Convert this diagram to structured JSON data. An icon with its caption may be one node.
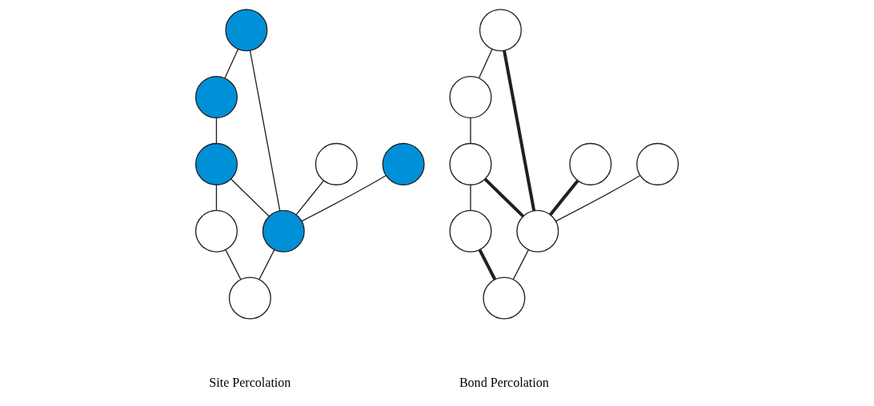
{
  "diagram": {
    "nodes": [
      {
        "text": [],
        "shape": "circle"
      },
      {
        "text": [],
        "shape": "circle"
      },
      {
        "text": [],
        "shape": "circle"
      },
      {
        "text": [],
        "shape": "circle"
      },
      {
        "text": [],
        "shape": "circle"
      },
      {
        "text": [],
        "shape": "circle"
      },
      {
        "text": [],
        "shape": "circle"
      },
      {
        "text": [],
        "shape": "circle"
      },
      {
        "text": [],
        "shape": "circle"
      },
      {
        "text": [],
        "shape": "circle"
      },
      {
        "text": [],
        "shape": "circle"
      },
      {
        "text": [],
        "shape": "circle"
      },
      {
        "text": [],
        "shape": "circle"
      },
      {
        "text": [],
        "shape": "circle"
      },
      {
        "text": [],
        "shape": "circle"
      },
      {
        "text": [],
        "shape": "circle"
      }
    ],
    "edges": [
      {
        "from": 0,
        "to": 1,
        "arrow": "none"
      },
      {
        "from": 1,
        "to": 2,
        "arrow": "none"
      },
      {
        "from": 0,
        "to": 4,
        "arrow": "none"
      },
      {
        "from": 2,
        "to": 4,
        "arrow": "none"
      },
      {
        "from": 2,
        "to": 5,
        "arrow": "none"
      },
      {
        "from": 3,
        "to": 4,
        "arrow": "none"
      },
      {
        "from": 6,
        "to": 4,
        "arrow": "none"
      },
      {
        "from": 4,
        "to": 7,
        "arrow": "none"
      },
      {
        "from": 5,
        "to": 7,
        "arrow": "none"
      },
      {
        "from": 8,
        "to": 9,
        "arrow": "none"
      },
      {
        "from": 9,
        "to": 10,
        "arrow": "none"
      },
      {
        "from": 8,
        "to": 12,
        "arrow": "none",
        "style": "thick"
      },
      {
        "from": 10,
        "to": 12,
        "arrow": "none",
        "style": "thick"
      },
      {
        "from": 10,
        "to": 13,
        "arrow": "none"
      },
      {
        "from": 11,
        "to": 12,
        "arrow": "none",
        "style": "thick"
      },
      {
        "from": 14,
        "to": 12,
        "arrow": "none"
      },
      {
        "from": 12,
        "to": 15,
        "arrow": "none"
      },
      {
        "from": 13,
        "to": 15,
        "arrow": "none",
        "style": "thick"
      }
    ],
    "labels": [
      "Site Percolation",
      "Bond Percolation"
    ]
  }
}
